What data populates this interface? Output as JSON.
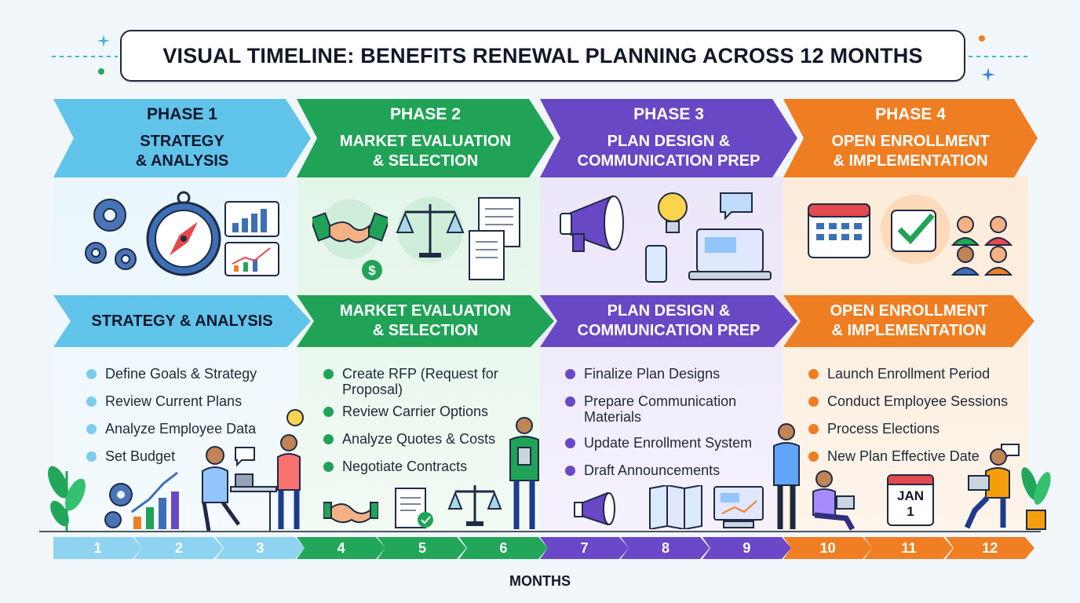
{
  "title": "VISUAL TIMELINE: BENEFITS RENEWAL PLANNING ACROSS 12 MONTHS",
  "colors": {
    "phase1": "#5ec3ec",
    "phase1_light": "#e6f4fb",
    "phase1_text": "#0f172a",
    "phase2": "#22a75a",
    "phase2_light": "#e6f6ea",
    "phase3": "#6a48c7",
    "phase3_light": "#ede7fa",
    "phase4": "#f07f23",
    "phase4_light": "#fdeedd"
  },
  "phases": [
    {
      "number": "PHASE 1",
      "title_line1": "STRATEGY",
      "title_line2": "& ANALYSIS",
      "sub_line1": "STRATEGY & ANALYSIS",
      "sub_line2": "",
      "tasks": [
        "Define Goals & Strategy",
        "Review Current Plans",
        "Analyze Employee Data",
        "Set Budget"
      ],
      "icons": [
        "gears-icon",
        "compass-icon",
        "bar-chart-icon",
        "line-chart-icon"
      ]
    },
    {
      "number": "PHASE 2",
      "title_line1": "MARKET EVALUATION",
      "title_line2": "& SELECTION",
      "sub_line1": "MARKET EVALUATION",
      "sub_line2": "& SELECTION",
      "tasks": [
        "Create RFP (Request for Proposal)",
        "Review Carrier Options",
        "Analyze Quotes & Costs",
        "Negotiate Contracts"
      ],
      "icons": [
        "handshake-icon",
        "scales-icon",
        "documents-icon",
        "dollar-icon"
      ]
    },
    {
      "number": "PHASE 3",
      "title_line1": "PLAN DESIGN &",
      "title_line2": "COMMUNICATION PREP",
      "sub_line1": "PLAN DESIGN &",
      "sub_line2": "COMMUNICATION PREP",
      "tasks": [
        "Finalize Plan Designs",
        "Prepare Communication Materials",
        "Update Enrollment System",
        "Draft Announcements"
      ],
      "icons": [
        "megaphone-icon",
        "lightbulb-icon",
        "laptop-icon",
        "phone-icon"
      ]
    },
    {
      "number": "PHASE 4",
      "title_line1": "OPEN ENROLLMENT",
      "title_line2": "& IMPLEMENTATION",
      "sub_line1": "OPEN ENROLLMENT",
      "sub_line2": "& IMPLEMENTATION",
      "tasks": [
        "Launch Enrollment Period",
        "Conduct Employee Sessions",
        "Process Elections",
        "New Plan Effective Date"
      ],
      "icons": [
        "calendar-icon",
        "checkmark-icon",
        "people-icon"
      ]
    }
  ],
  "calendar_badge": {
    "month": "JAN",
    "day": "1"
  },
  "months": [
    "1",
    "2",
    "3",
    "4",
    "5",
    "6",
    "7",
    "8",
    "9",
    "10",
    "11",
    "12"
  ],
  "months_label": "MONTHS"
}
